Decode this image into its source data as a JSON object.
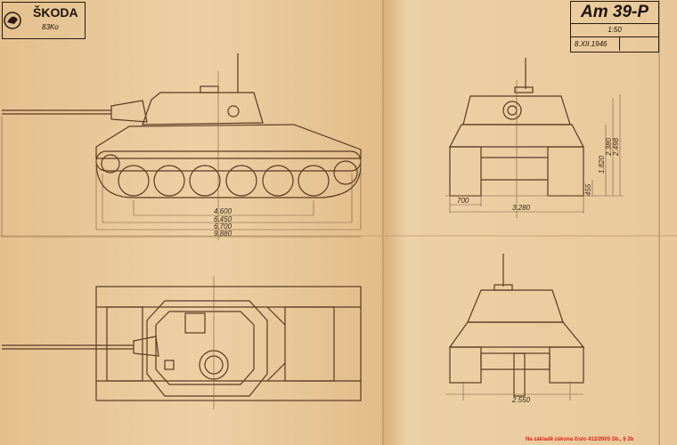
{
  "title_block_left": {
    "brand": "ŠKODA",
    "subtitle": "83Ko"
  },
  "title_block_right": {
    "designation": "Am 39-P",
    "scale": "1:50",
    "date": "8.XII.1946"
  },
  "side_view_dimensions": [
    "4.600",
    "6.450",
    "6.700",
    "9.880"
  ],
  "front_view_dimensions": {
    "track_width": "700",
    "overall_width": "3.280",
    "ground_clearance": "455",
    "hull_height": "1.820",
    "height_1": "2.380",
    "height_2": "2.498"
  },
  "rear_view_dimensions": {
    "width": "2.550"
  },
  "footer_note": "Na základě zákona číslo 412/2005 Sb., § 2b",
  "colors": {
    "paper": "#e6c596",
    "ink": "#5a3a22",
    "note": "#e0201a"
  }
}
